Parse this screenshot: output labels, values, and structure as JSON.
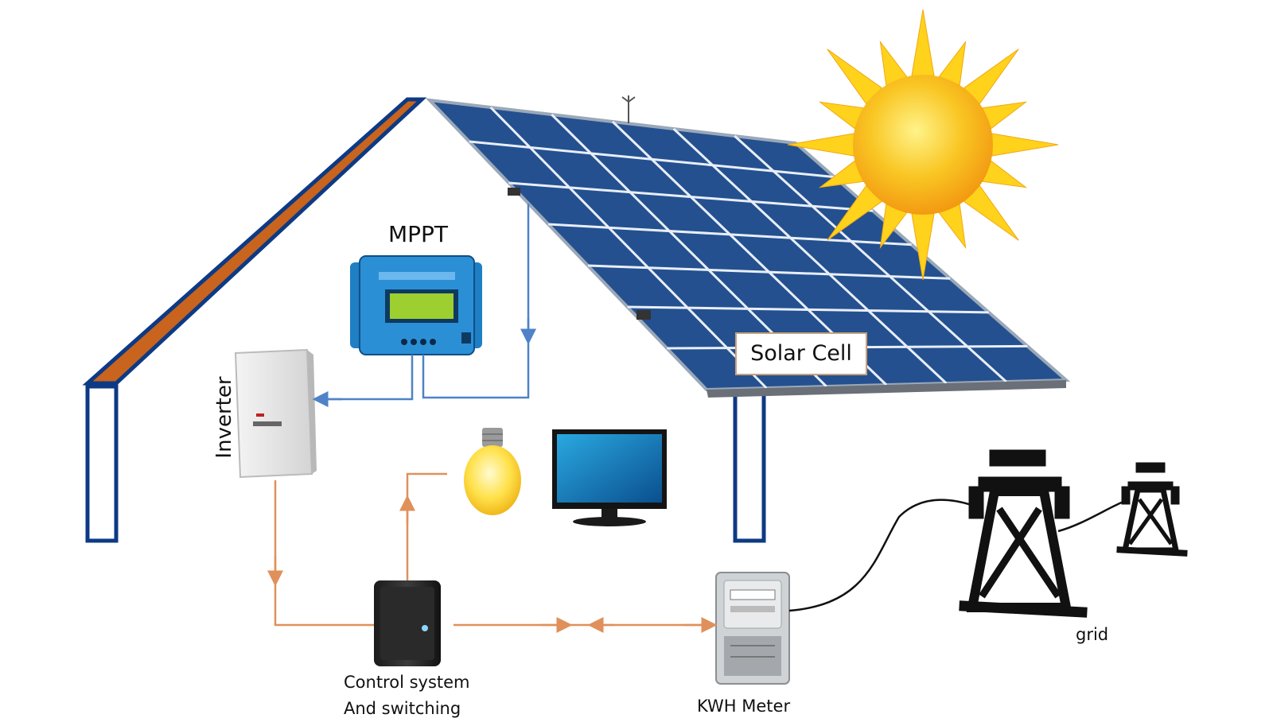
{
  "labels": {
    "mppt": "MPPT",
    "solar_cell": "Solar Cell",
    "inverter": "Inverter",
    "control_line1": "Control system",
    "control_line2": "And switching",
    "kwh_meter": "KWH Meter",
    "grid": "grid"
  },
  "colors": {
    "roof_fill": "#c8641e",
    "wall_outline": "#0d3a84",
    "panel_cell": "#2f5ea8",
    "panel_grid": "#e8eef8",
    "dc_wire": "#4f82c8",
    "ac_wire": "#e0905a",
    "sun_core": "#f6b51a",
    "sun_rays": "#ffd21c",
    "mppt_body": "#2b8fd6",
    "mppt_screen": "#9ccf2f",
    "pylon": "#111111"
  },
  "icons": [
    "sun-icon",
    "solar-panel-icon",
    "mppt-controller-icon",
    "inverter-icon",
    "light-bulb-icon",
    "monitor-icon",
    "control-box-icon",
    "kwh-meter-icon",
    "power-pylon-icon"
  ]
}
